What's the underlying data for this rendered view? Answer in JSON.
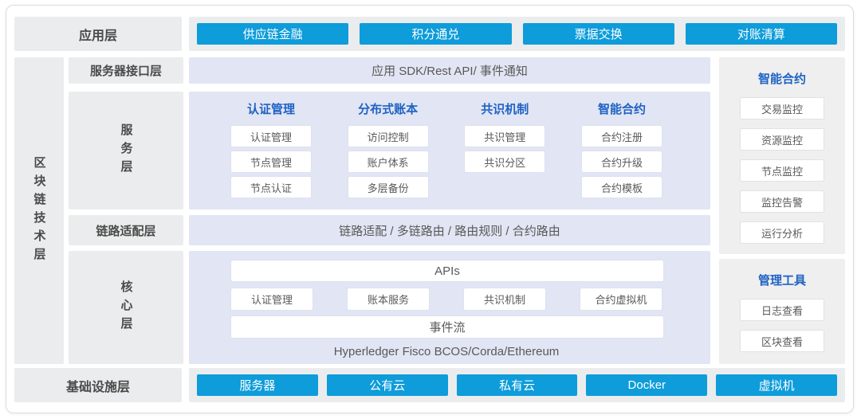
{
  "palette": {
    "accent_blue": "#0e9cda",
    "header_blue": "#1e62c4",
    "lavender": "#e2e5f3",
    "box_gray": "#ebeced",
    "panel_gray": "#efefef",
    "text_dark": "#4a4a4a",
    "text_body": "#595959"
  },
  "app_layer": {
    "label": "应用层",
    "buttons": [
      "供应链金融",
      "积分通兑",
      "票据交换",
      "对账清算"
    ]
  },
  "tech_layer": {
    "label": "区块链技术层"
  },
  "interface_layer": {
    "label": "服务器接口层",
    "content": "应用 SDK/Rest API/ 事件通知"
  },
  "service_layer": {
    "label": "服务层",
    "columns": [
      {
        "header": "认证管理",
        "items": [
          "认证管理",
          "节点管理",
          "节点认证"
        ]
      },
      {
        "header": "分布式账本",
        "items": [
          "访问控制",
          "账户体系",
          "多层备份"
        ]
      },
      {
        "header": "共识机制",
        "items": [
          "共识管理",
          "共识分区"
        ]
      },
      {
        "header": "智能合约",
        "items": [
          "合约注册",
          "合约升级",
          "合约模板"
        ]
      }
    ]
  },
  "adapter_layer": {
    "label": "链路适配层",
    "content": "链路适配 / 多链路由 / 路由规则 / 合约路由"
  },
  "core_layer": {
    "label": "核心层",
    "apis": "APIs",
    "items": [
      "认证管理",
      "账本服务",
      "共识机制",
      "合约虚拟机"
    ],
    "event_stream": "事件流",
    "platforms": "Hyperledger Fisco BCOS/Corda/Ethereum"
  },
  "monitor_panel": {
    "title": "智能合约",
    "items": [
      "交易监控",
      "资源监控",
      "节点监控",
      "监控告警",
      "运行分析"
    ]
  },
  "tools_panel": {
    "title": "管理工具",
    "items": [
      "日志查看",
      "区块查看"
    ]
  },
  "infra_layer": {
    "label": "基础设施层",
    "buttons": [
      "服务器",
      "公有云",
      "私有云",
      "Docker",
      "虚拟机"
    ]
  }
}
